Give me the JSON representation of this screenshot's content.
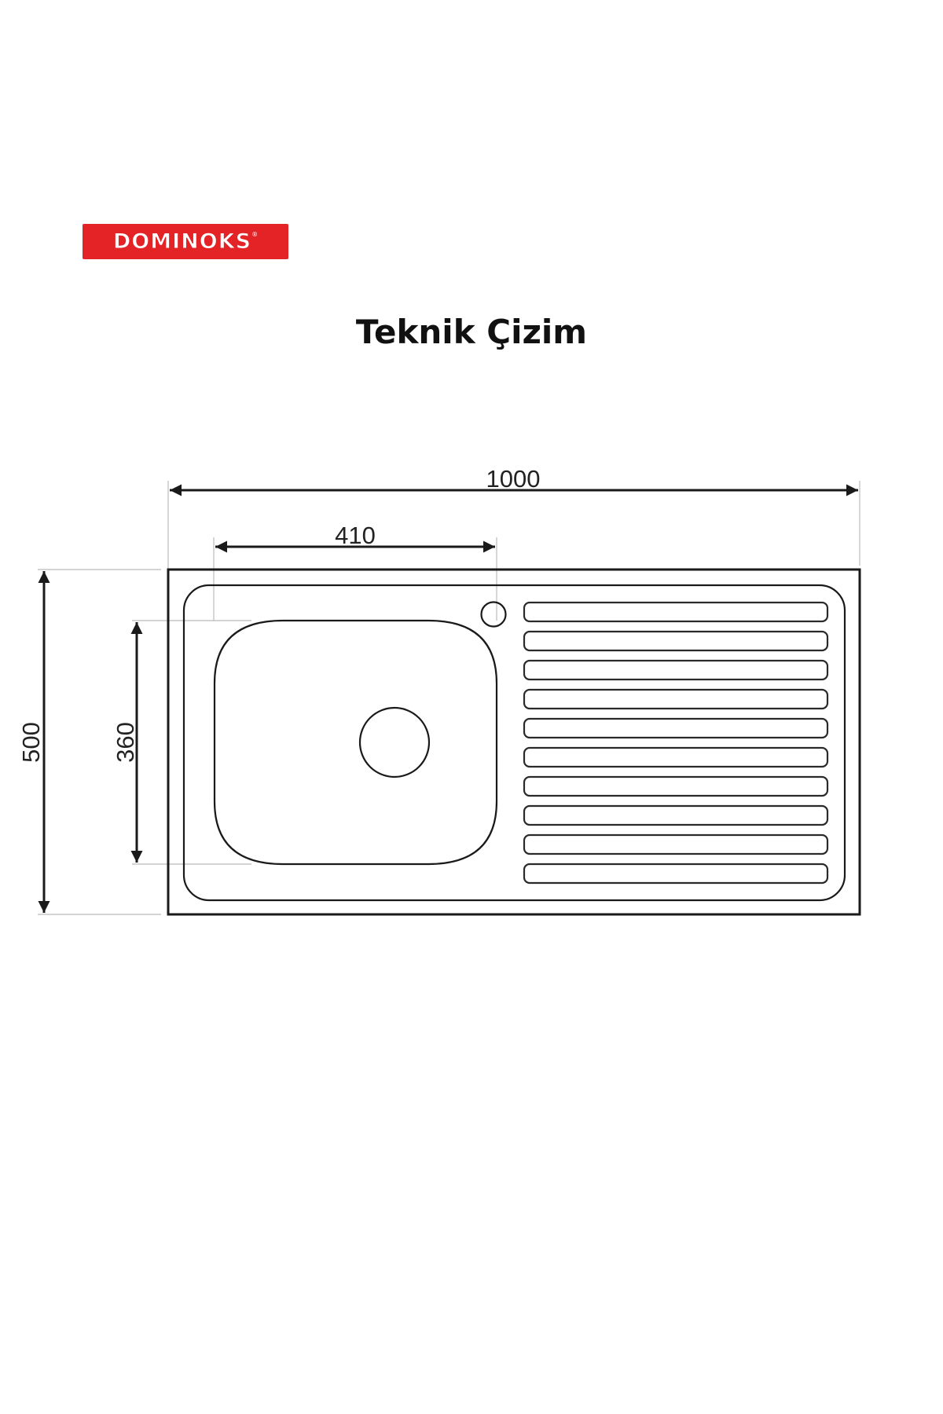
{
  "brand": {
    "name": "DOMINOKS",
    "registered_mark": "®",
    "color": "#e42327"
  },
  "title": "Teknik Çizim",
  "drawing": {
    "type": "sink-technical-drawing",
    "unit": "mm",
    "dimensions": {
      "overall_width": "1000",
      "bowl_width": "410",
      "overall_depth": "500",
      "bowl_depth": "360"
    },
    "features": {
      "bowl_count": 1,
      "drain_hole": true,
      "faucet_hole": true,
      "drainboard_grooves": 10,
      "bowl_side": "left",
      "drainboard_side": "right"
    },
    "line_color": "#1a1a1a",
    "extension_line_color": "#bbbbbb"
  }
}
